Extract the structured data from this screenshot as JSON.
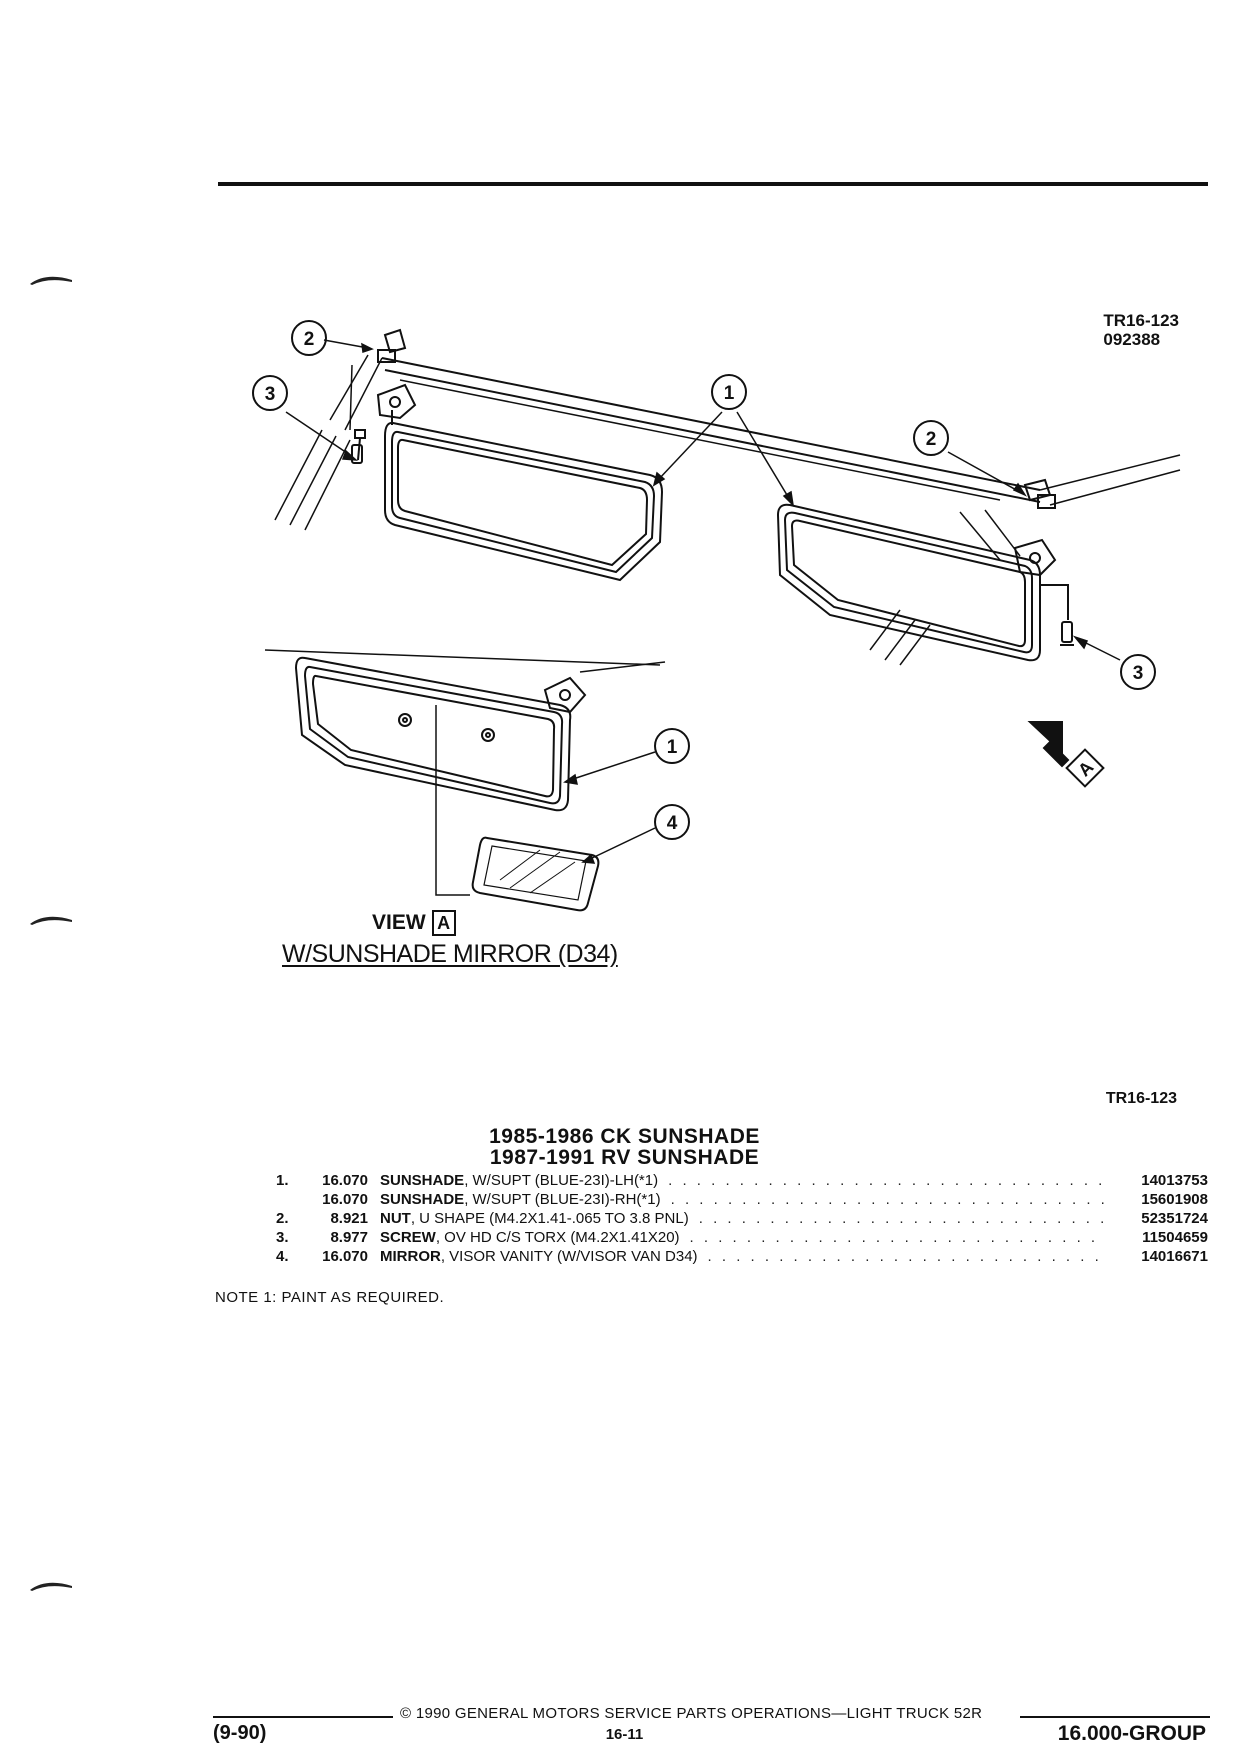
{
  "figure": {
    "ref_code": [
      "TR16-123",
      "092388"
    ],
    "callouts": [
      "1",
      "2",
      "3",
      "4"
    ],
    "view_word": "VIEW",
    "view_letter": "A",
    "view_caption": "W/SUNSHADE MIRROR (D34)",
    "view_arrow_letter": "A"
  },
  "ref_bottom": "TR16-123",
  "titles": [
    "1985-1986 CK SUNSHADE",
    "1987-1991 RV SUNSHADE"
  ],
  "parts": [
    {
      "item": "1.",
      "code": "16.070",
      "name": "SUNSHADE",
      "desc": ", W/SUPT (BLUE-23I)-LH(*1)",
      "part_number": "14013753"
    },
    {
      "item": "",
      "code": "16.070",
      "name": "SUNSHADE",
      "desc": ", W/SUPT (BLUE-23I)-RH(*1)",
      "part_number": "15601908"
    },
    {
      "item": "2.",
      "code": "8.921",
      "name": "NUT",
      "desc": ", U SHAPE (M4.2X1.41-.065 TO 3.8 PNL)",
      "part_number": "52351724"
    },
    {
      "item": "3.",
      "code": "8.977",
      "name": "SCREW",
      "desc": ", OV HD C/S TORX (M4.2X1.41X20)",
      "part_number": "11504659"
    },
    {
      "item": "4.",
      "code": "16.070",
      "name": "MIRROR",
      "desc": ", VISOR VANITY (W/VISOR VAN D34)",
      "part_number": "14016671"
    }
  ],
  "note": "NOTE 1: PAINT AS REQUIRED.",
  "footer": {
    "copyright": "© 1990 GENERAL MOTORS SERVICE PARTS OPERATIONS—LIGHT TRUCK 52R",
    "date_code": "(9-90)",
    "page": "16-11",
    "group": "16.000-GROUP"
  }
}
